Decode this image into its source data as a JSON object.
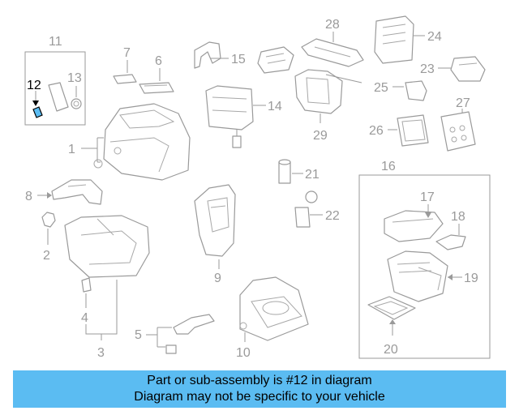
{
  "callouts": {
    "n1": "1",
    "n2": "2",
    "n3": "3",
    "n4": "4",
    "n5": "5",
    "n6": "6",
    "n7": "7",
    "n8": "8",
    "n9": "9",
    "n10": "10",
    "n11": "11",
    "n12": "12",
    "n13": "13",
    "n14": "14",
    "n15": "15",
    "n16": "16",
    "n17": "17",
    "n18": "18",
    "n19": "19",
    "n20": "20",
    "n21": "21",
    "n22": "22",
    "n23": "23",
    "n24": "24",
    "n25": "25",
    "n26": "26",
    "n27": "27",
    "n28": "28",
    "n29": "29"
  },
  "highlight": {
    "part": "12",
    "color": "#5bbcf2"
  },
  "banner": {
    "line1": "Part or sub-assembly is #12 in diagram",
    "line2": "Diagram may not be specific to your vehicle",
    "background": "#5bbcf2"
  }
}
